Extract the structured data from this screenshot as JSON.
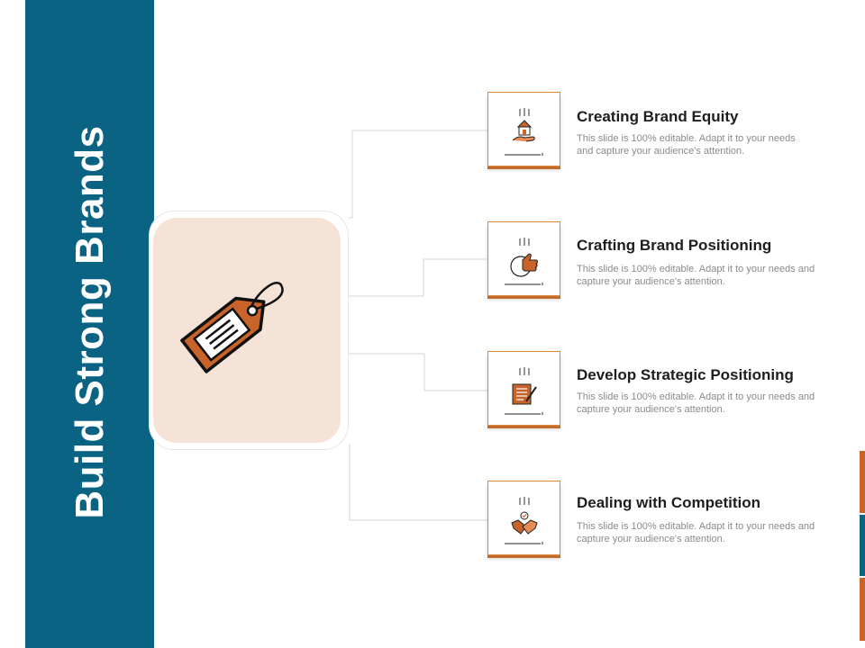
{
  "slide": {
    "title": "Build Strong Brands",
    "colors": {
      "sidebar": "#0b6384",
      "accent_orange": "#c8642a",
      "panel": "#f6e3d8",
      "title_text": "#1e1e1e",
      "desc_text": "#8a8a8a"
    },
    "center_icon": "price-tag-icon",
    "items": [
      {
        "title": "Creating Brand Equity",
        "desc": "This slide is 100% editable. Adapt it to your needs and capture your audience's attention.",
        "icon": "house-in-hand-icon"
      },
      {
        "title": "Crafting Brand Positioning",
        "desc": "This slide is 100% editable. Adapt it to your needs and capture your audience's attention.",
        "icon": "thumbs-up-icon"
      },
      {
        "title": "Develop Strategic Positioning",
        "desc": "This slide is 100% editable. Adapt it to your needs and capture your audience's attention.",
        "icon": "checklist-pen-icon"
      },
      {
        "title": "Dealing with Competition",
        "desc": "This slide is 100% editable. Adapt it to your needs and capture your audience's attention.",
        "icon": "handshake-icon"
      }
    ],
    "accent_bars": [
      "#c8642a",
      "#0b6384",
      "#c8642a"
    ]
  }
}
